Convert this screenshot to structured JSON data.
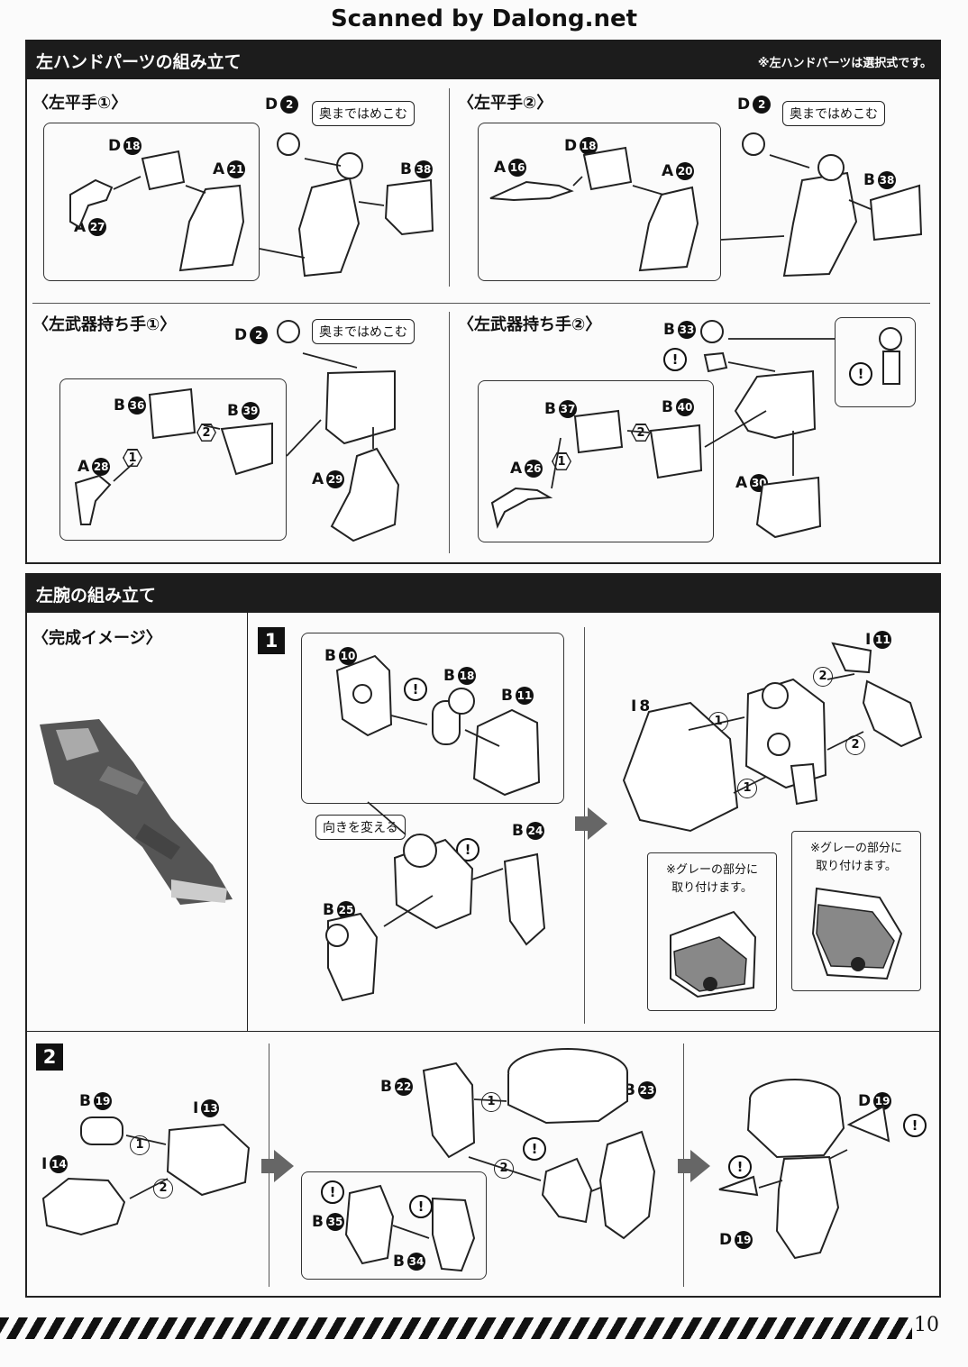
{
  "watermark": "Scanned by Dalong.net",
  "hand_section": {
    "title": "左ハンドパーツの組み立て",
    "note": "※左ハンドパーツは選択式です。",
    "panels": [
      {
        "title": "〈左平手①〉",
        "callout": "奥まではめこむ",
        "labels": {
          "d2": "D",
          "d18": "D",
          "a21": "A",
          "a27": "A",
          "b38": "B"
        }
      },
      {
        "title": "〈左平手②〉",
        "callout": "奥まではめこむ",
        "labels": {
          "d2": "D",
          "d18": "D",
          "a16": "A",
          "a20": "A",
          "b38": "B"
        }
      },
      {
        "title": "〈左武器持ち手①〉",
        "callout": "奥まではめこむ",
        "labels": {
          "d2": "D",
          "b36": "B",
          "b39": "B",
          "a28": "A",
          "a29": "A"
        }
      },
      {
        "title": "〈左武器持ち手②〉",
        "labels": {
          "b33": "B",
          "b37": "B",
          "b40": "B",
          "a26": "A",
          "a30": "A"
        }
      }
    ],
    "part_numbers": {
      "n2": "2",
      "n18": "18",
      "n21": "21",
      "n27": "27",
      "n38": "38",
      "n16": "16",
      "n20": "20",
      "n36": "36",
      "n39": "39",
      "n28": "28",
      "n29": "29",
      "n33": "33",
      "n37": "37",
      "n40": "40",
      "n26": "26",
      "n30": "30"
    },
    "order": {
      "one": "1",
      "two": "2"
    }
  },
  "arm_section": {
    "title": "左腕の組み立て",
    "image_title": "〈完成イメージ〉",
    "step1": {
      "number": "1",
      "callout": "向きを変える",
      "labels": {
        "b10": "B",
        "b18": "B",
        "b11": "B",
        "b24": "B",
        "b25": "B",
        "i8": "I",
        "i11": "I"
      },
      "numbers": {
        "n10": "10",
        "n18": "18",
        "n11": "11",
        "n24": "24",
        "n25": "25",
        "n8": "8"
      },
      "note1": [
        "※グレーの部分に",
        "取り付けます。"
      ],
      "note2": [
        "※グレーの部分に",
        "取り付けます。"
      ]
    },
    "step2": {
      "number": "2",
      "labels": {
        "b19": "B",
        "i13": "I",
        "i14": "I",
        "b22": "B",
        "b23": "B",
        "b35": "B",
        "b34": "B",
        "d19a": "D",
        "d19b": "D"
      },
      "numbers": {
        "n19": "19",
        "n13": "13",
        "n14": "14",
        "n22": "22",
        "n23": "23",
        "n35": "35",
        "n34": "34"
      }
    },
    "exclaim": "!"
  },
  "page_number": "10"
}
